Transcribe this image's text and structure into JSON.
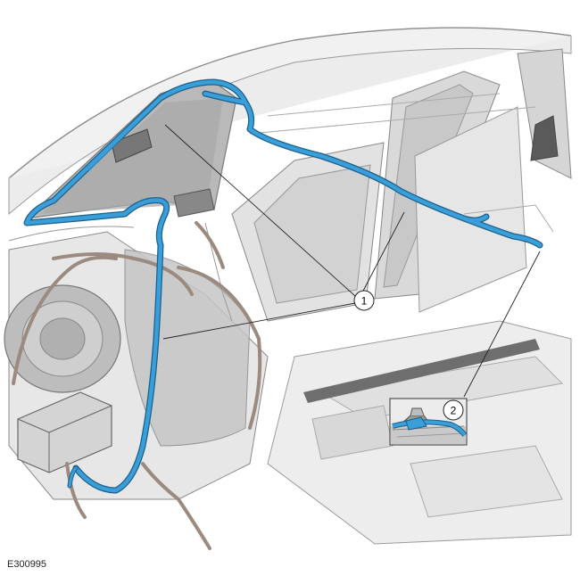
{
  "figure": {
    "id_label": "E300995",
    "callouts": [
      {
        "number": "1"
      },
      {
        "number": "2"
      }
    ],
    "colors": {
      "harness": "#3a9fd8",
      "harness_outline": "#1b5f8c",
      "body_line": "#8c8c8c",
      "body_fill": "#e8e8e8",
      "shadow": "#9a9a9a",
      "brown_harness": "#9a8a80"
    }
  }
}
